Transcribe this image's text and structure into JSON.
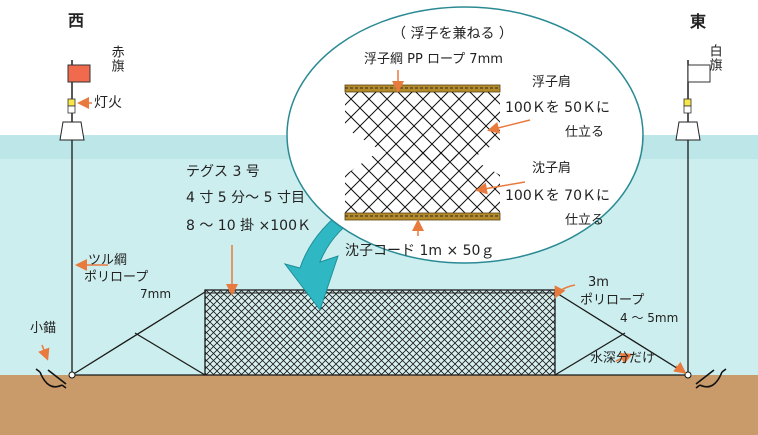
{
  "directions": {
    "west": "西",
    "east": "東"
  },
  "west_flag": {
    "label": "赤旗",
    "color": "#f26a4d"
  },
  "east_flag": {
    "label": "白旗",
    "color": "#ffffff"
  },
  "light_label": "灯火",
  "tsuru_line": {
    "line1": "ツル綱",
    "line2": "ポリロープ",
    "line3": "7mm"
  },
  "anchor_label": "小錨",
  "net_spec": {
    "line1": "テグス 3 号",
    "line2": "4 寸 5 分〜 5 寸目",
    "line3": "8 〜 10 掛 ×100Ｋ"
  },
  "callout": {
    "title": "（ 浮子を兼ねる ）",
    "float_rope": "浮子綱 PP ロープ 7mm",
    "float_edge": {
      "line1": "浮子肩",
      "line2": "100Ｋを 50Ｋに",
      "line3": "仕立る"
    },
    "sinker_edge": {
      "line1": "沈子肩",
      "line2": "100Ｋを 70Ｋに",
      "line3": "仕立る"
    },
    "sinker_cord": "沈子コード 1m × 50ｇ"
  },
  "right_rope": {
    "line1": "3m",
    "line2": "ポリロープ",
    "line3": "4 〜 5mm"
  },
  "water_depth_label": "水深分だけ",
  "colors": {
    "water": "#cdeeee",
    "water_top": "#b9e3e6",
    "seabed": "#c99b6a",
    "net": "#d7f0ef",
    "arrow": "#e87a3d",
    "big_arrow": "#2fb7c4",
    "rope_gold": "#b58a2a"
  }
}
